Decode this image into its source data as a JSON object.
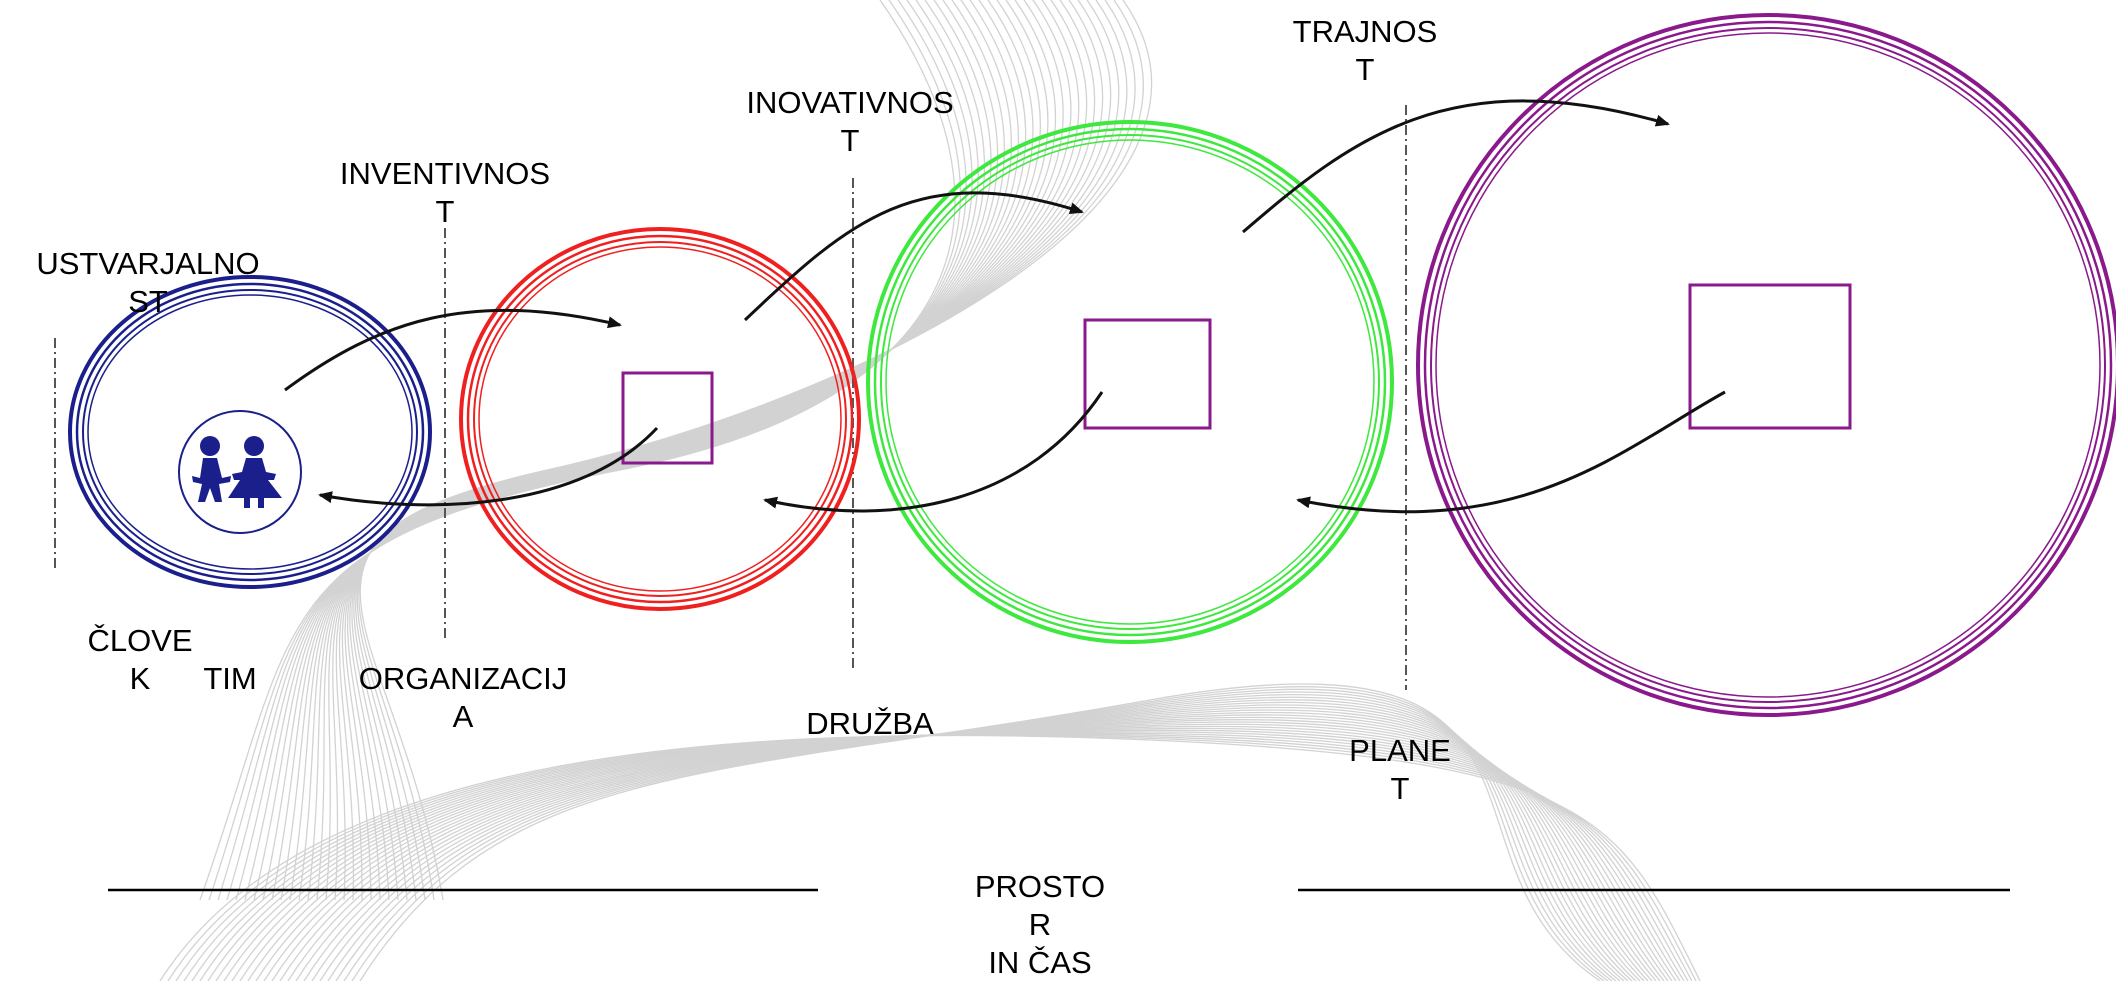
{
  "diagram": {
    "stages": [
      {
        "id": "ustvarjalnost",
        "top_label": "USTVARJALNO\nST",
        "bottom_label": "",
        "color": "#1a1f8c"
      },
      {
        "id": "inventivnost",
        "top_label": "INVENTIVNOS\nT",
        "bottom_label": "ORGANIZACIJ\nA",
        "color": "#ef2020"
      },
      {
        "id": "inovativnost",
        "top_label": "INOVATIVNOS\nT",
        "bottom_label": "DRUŽBA",
        "color": "#3ee83e"
      },
      {
        "id": "trajnost",
        "top_label": "TRAJNOS\nT",
        "bottom_label": "PLANE\nT",
        "color": "#8a1a8c"
      }
    ],
    "people_labels": {
      "clovek": "ČLOVE\nK",
      "tim": "TIM"
    },
    "footer_label": "PROSTO\nR\nIN ČAS",
    "colors": {
      "square": "#8a1a8c",
      "arrow": "#111111",
      "divider": "#555555",
      "background_curves": "#d2d2d2"
    },
    "icon": "two-children-icon"
  }
}
